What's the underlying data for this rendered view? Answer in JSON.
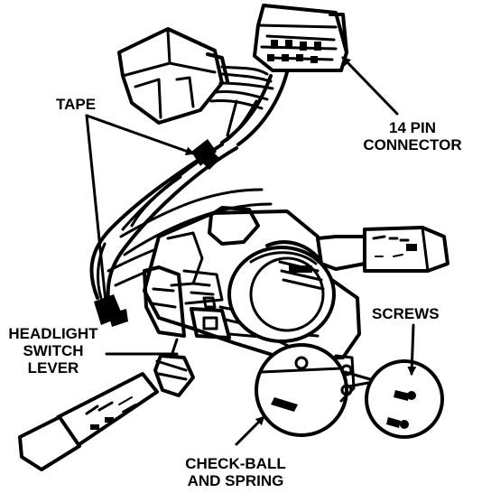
{
  "labels": {
    "tape": "TAPE",
    "connector": [
      "14 PIN",
      "CONNECTOR"
    ],
    "headlight": [
      "HEADLIGHT",
      "SWITCH",
      "LEVER"
    ],
    "screws": "SCREWS",
    "checkball": [
      "CHECK-BALL",
      "AND SPRING"
    ]
  },
  "colors": {
    "ink": "#000000",
    "paper": "#ffffff"
  }
}
